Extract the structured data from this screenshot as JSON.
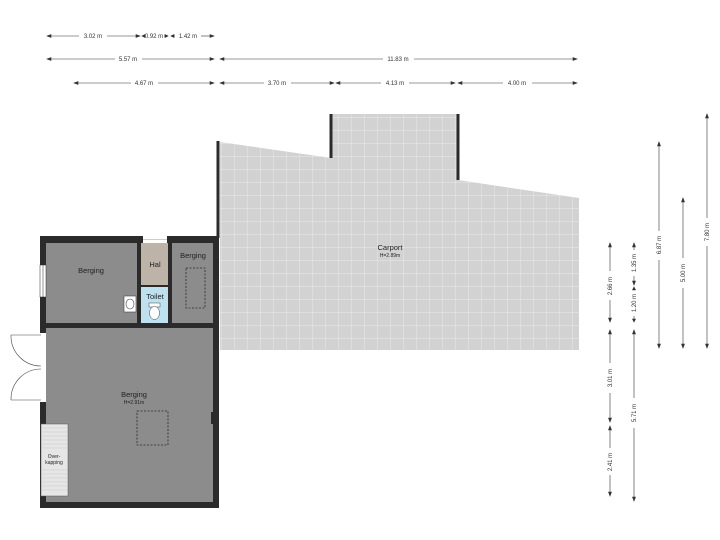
{
  "colors": {
    "wall": "#2b2b2b",
    "room_grey": "#8c8c8c",
    "carport_grey": "#d2d2d2",
    "grid_line": "#ffffff",
    "hal": "#bdb3a9",
    "toilet": "#bfe0ee",
    "dim_line": "#333333"
  },
  "dimensions": {
    "row1": [
      "3.02 m",
      "0.92 m",
      "1.42 m"
    ],
    "row2": [
      "5.57 m",
      "11.83 m"
    ],
    "row3": [
      "4.67 m",
      "3.70 m",
      "4.13 m",
      "4.00 m"
    ],
    "vertical": [
      "2.66 m",
      "1.35 m",
      "1.20 m",
      "3.01 m",
      "2.41 m",
      "5.71 m",
      "6.87 m",
      "5.00 m",
      "7.80 m"
    ]
  },
  "rooms": {
    "carport": {
      "name": "Carport",
      "height": "H=2.89m"
    },
    "berging_left": {
      "name": "Berging"
    },
    "hal": {
      "name": "Hal"
    },
    "berging_right": {
      "name": "Berging"
    },
    "toilet": {
      "name": "Toilet"
    },
    "berging_main": {
      "name": "Berging",
      "height": "H=2.91m"
    },
    "overkapping": {
      "name_line1": "Over-",
      "name_line2": "kapping"
    }
  },
  "icons": [
    "sink-icon",
    "toilet-icon",
    "loft-hatch-icon",
    "door-swing-icon"
  ]
}
